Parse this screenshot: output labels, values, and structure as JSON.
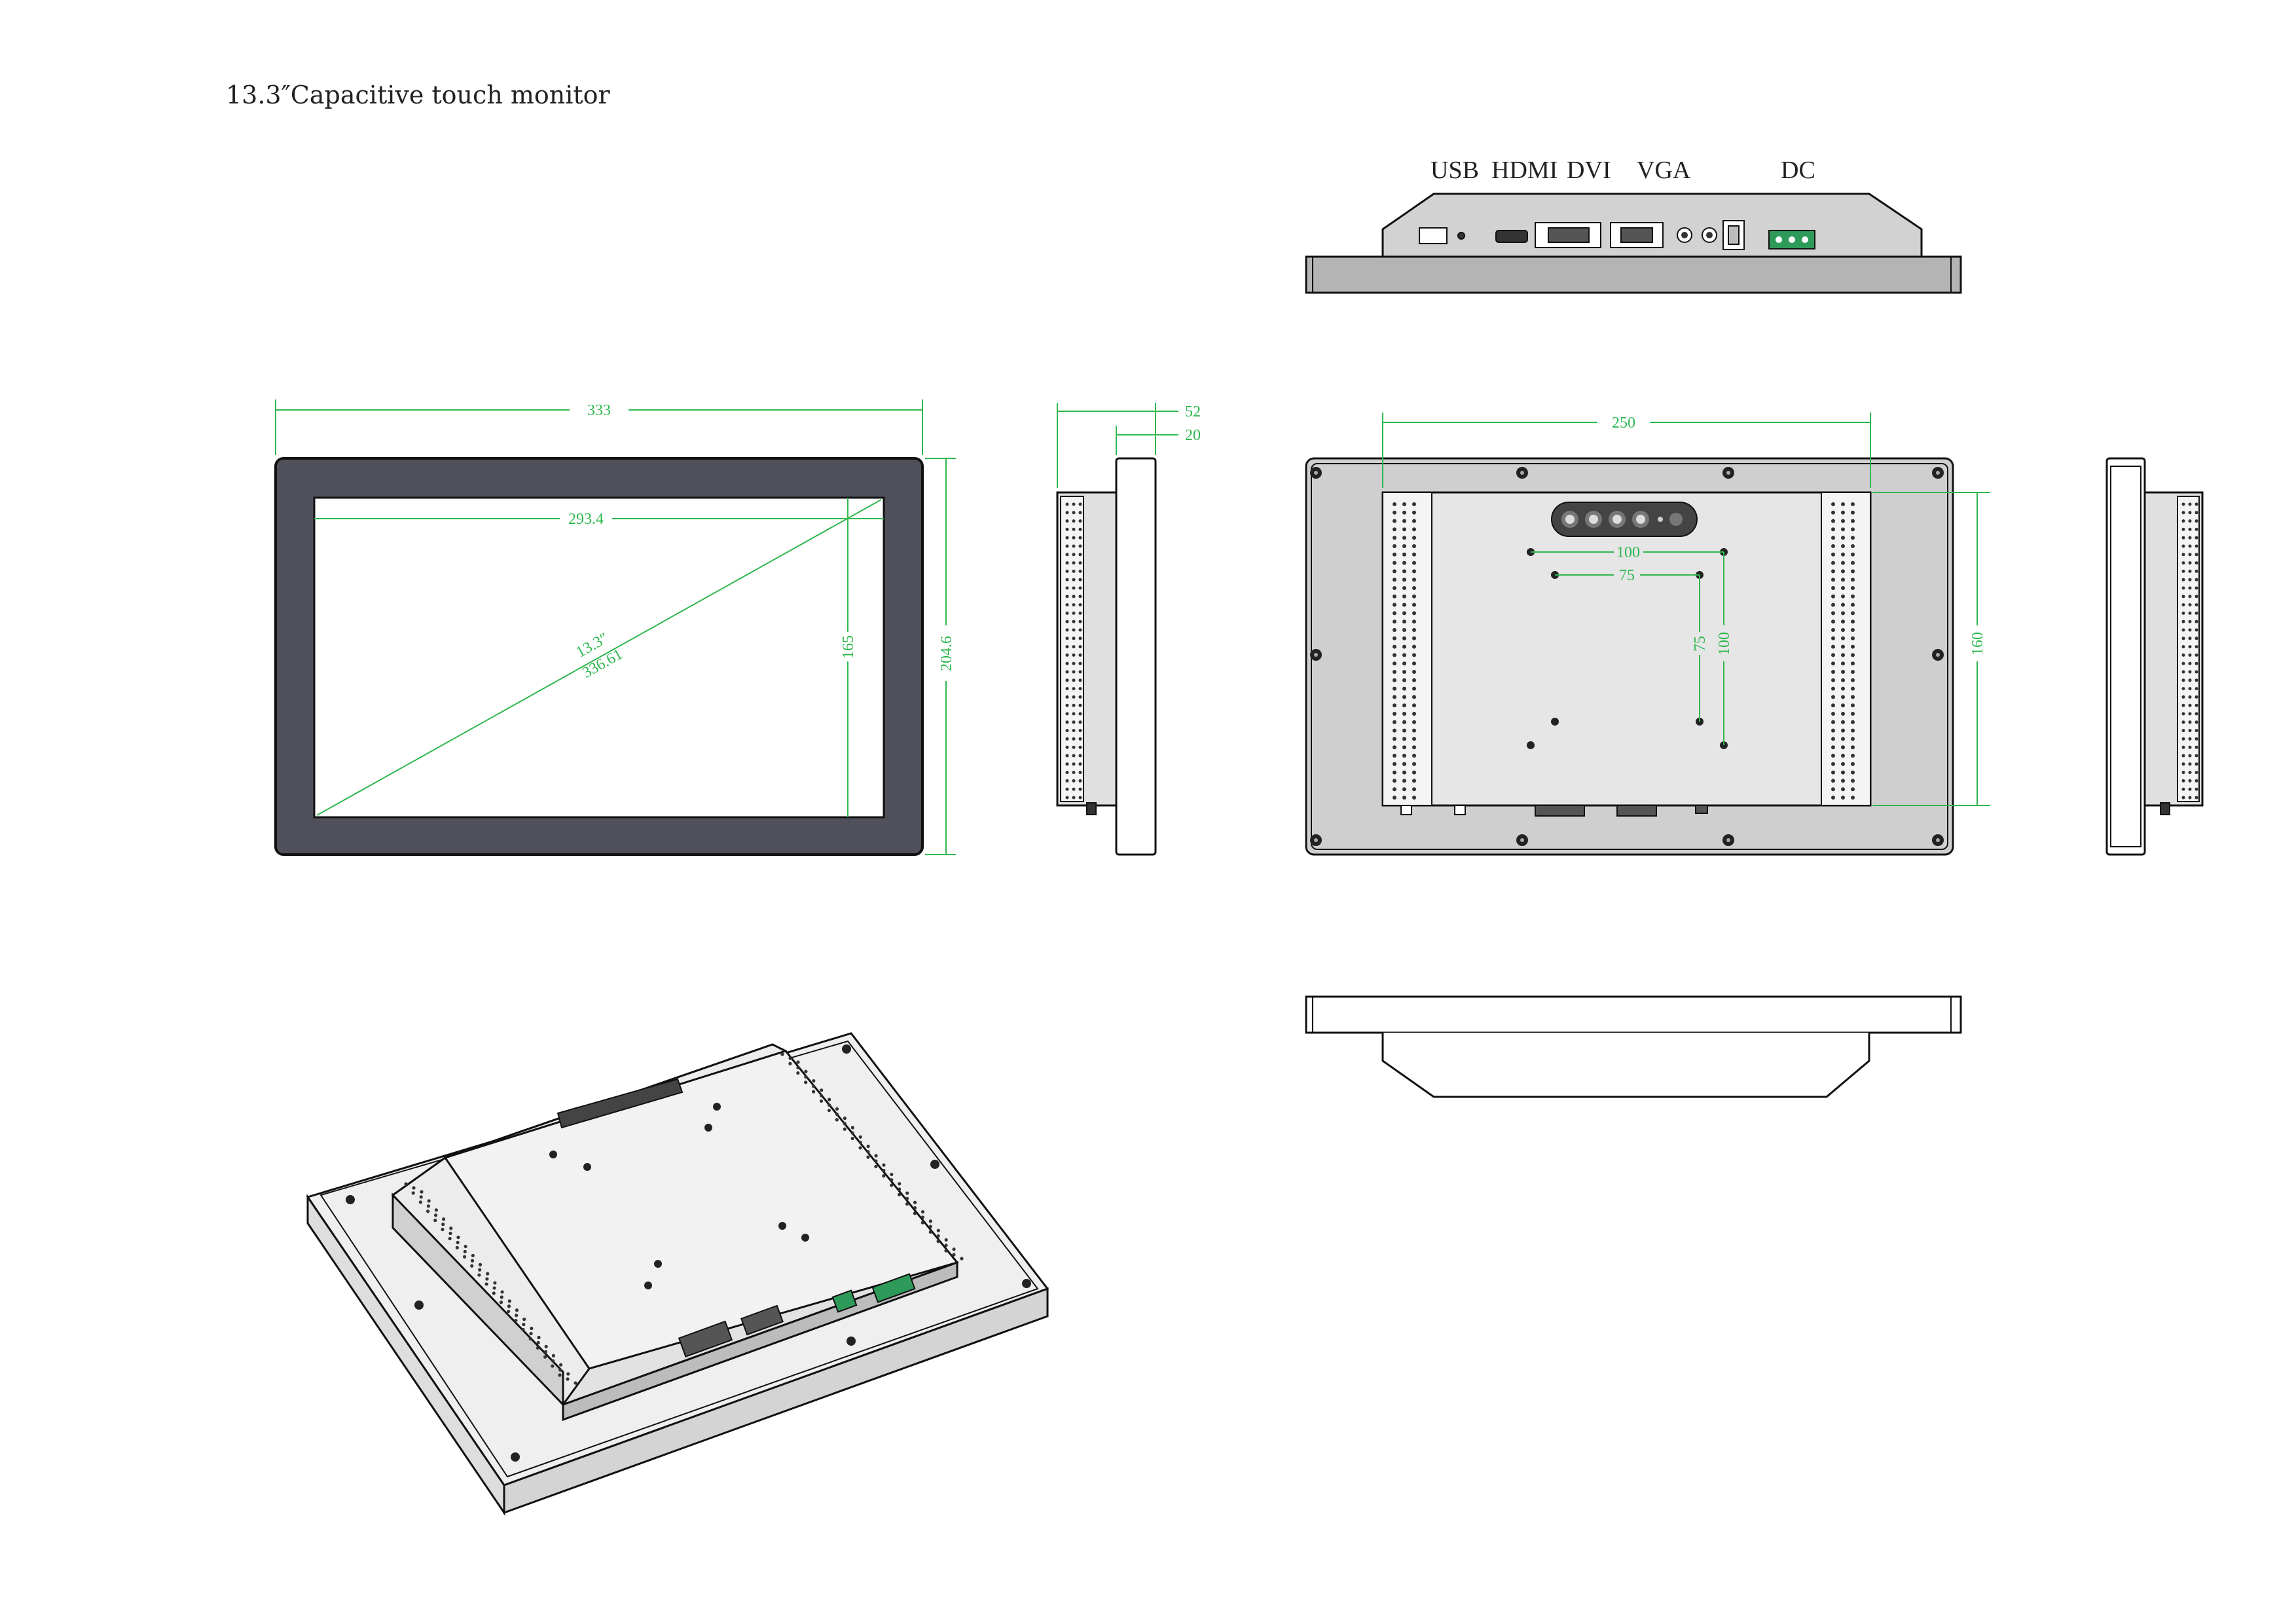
{
  "title": "13.3″Capacitive touch monitor",
  "ports": {
    "usb": "USB",
    "hdmi": "HDMI",
    "dvi": "DVI",
    "vga": "VGA",
    "dc": "DC"
  },
  "front_view": {
    "overall_width": "333",
    "overall_height": "204.6",
    "active_width": "293.4",
    "active_height": "165",
    "diagonal_inch": "13.3″",
    "diagonal_mm": "336.61"
  },
  "side_view": {
    "depth_total": "52",
    "depth_front": "20"
  },
  "rear_view": {
    "body_width": "250",
    "body_height": "160",
    "vesa_outer_h": "100",
    "vesa_inner_h": "75",
    "vesa_inner_v": "75",
    "vesa_outer_v": "100"
  },
  "colors": {
    "bezel": "#50505a",
    "dimension": "#2fb84f",
    "housing": "#c8c8c8",
    "plate": "#e6e6e6",
    "connector_green": "#2e9a5a"
  }
}
